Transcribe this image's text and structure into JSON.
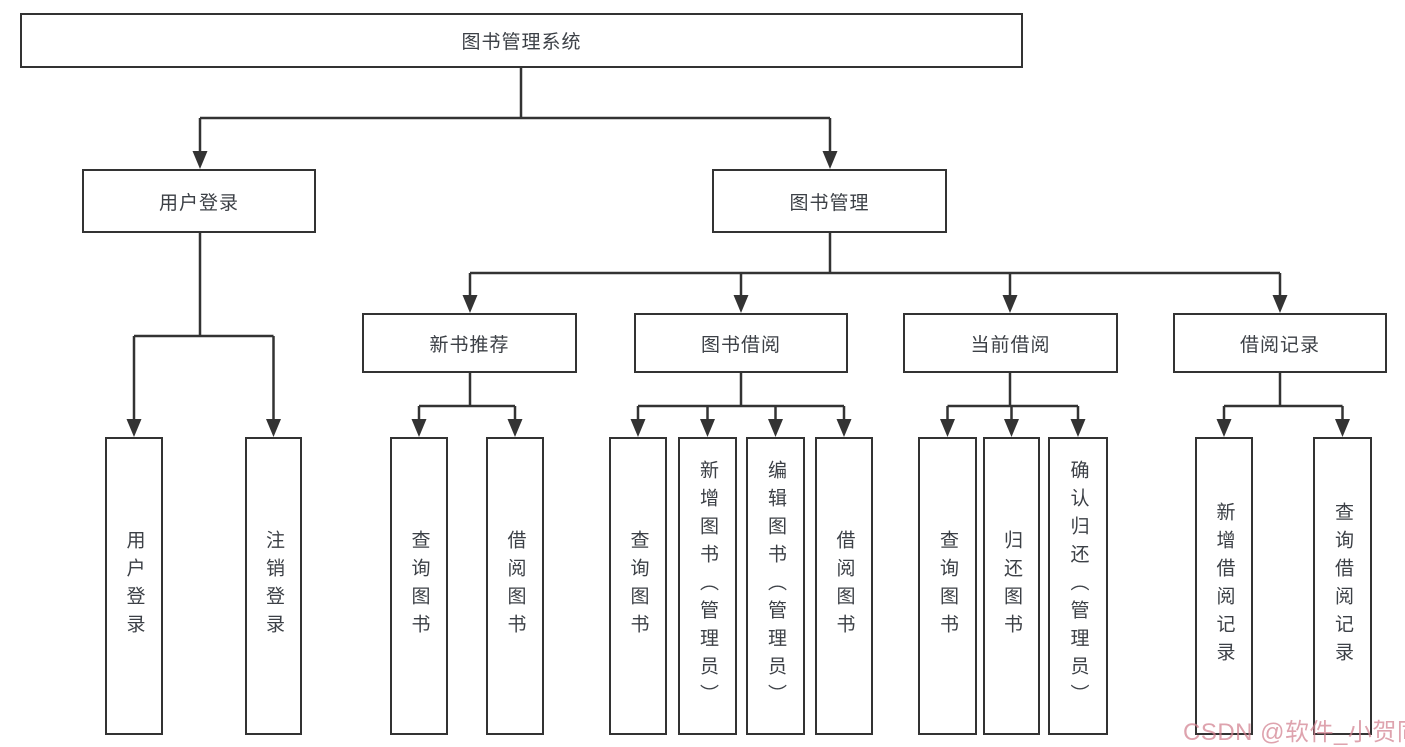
{
  "diagram": {
    "root": {
      "label": "图书管理系统"
    },
    "level2": [
      {
        "label": "用户登录"
      },
      {
        "label": "图书管理"
      }
    ],
    "level3": [
      {
        "label": "新书推荐"
      },
      {
        "label": "图书借阅"
      },
      {
        "label": "当前借阅"
      },
      {
        "label": "借阅记录"
      }
    ],
    "leaves": {
      "user_login": [
        "用户登录",
        "注销登录"
      ],
      "new_book": [
        "查询图书",
        "借阅图书"
      ],
      "book_borrow": [
        "查询图书",
        "新增图书（管理员）",
        "编辑图书（管理员）",
        "借阅图书"
      ],
      "current_borrow": [
        "查询图书",
        "归还图书",
        "确认归还（管理员）"
      ],
      "borrow_record": [
        "新增借阅记录",
        "查询借阅记录"
      ]
    }
  },
  "watermark": {
    "text": "CSDN @软件_小贺同学",
    "color": "#d2818f"
  },
  "colors": {
    "line": "#333333",
    "border": "#333333",
    "text": "#3c4046",
    "background": "#ffffff"
  }
}
